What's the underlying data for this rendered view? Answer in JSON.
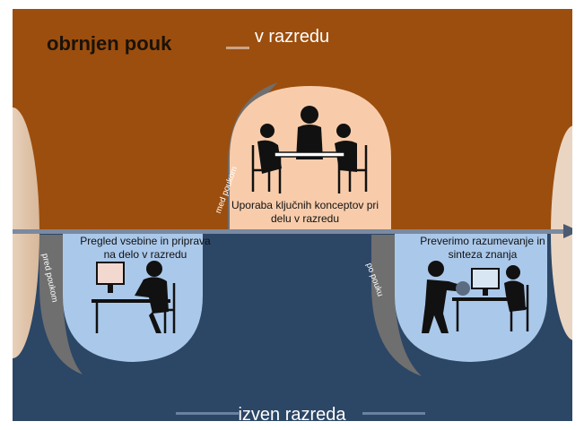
{
  "title": "obrnjen pouk",
  "zone_top_label": "v razredu",
  "zone_bottom_label": "izven razreda",
  "stages": {
    "before": {
      "arc_label": "pred poukom",
      "text": "Pregled vsebine in priprava na delo v razredu",
      "icon": "person-at-computer-icon"
    },
    "during": {
      "arc_label": "med poukom",
      "text": "Uporaba ključnih konceptov pri delu v razredu",
      "icon": "group-at-table-icon"
    },
    "after": {
      "arc_label": "po pouku",
      "text": "Preverimo razumevanje in sinteza znanja",
      "icon": "discussion-at-computer-icon"
    }
  },
  "colors": {
    "top_zone": "#9c4e0e",
    "bottom_zone": "#2c4666",
    "capsule_peach": "#f8ccab",
    "capsule_blue": "#aac8ea",
    "arc_gray": "#6f6f6f",
    "axis_gray": "#7a8aa0"
  }
}
